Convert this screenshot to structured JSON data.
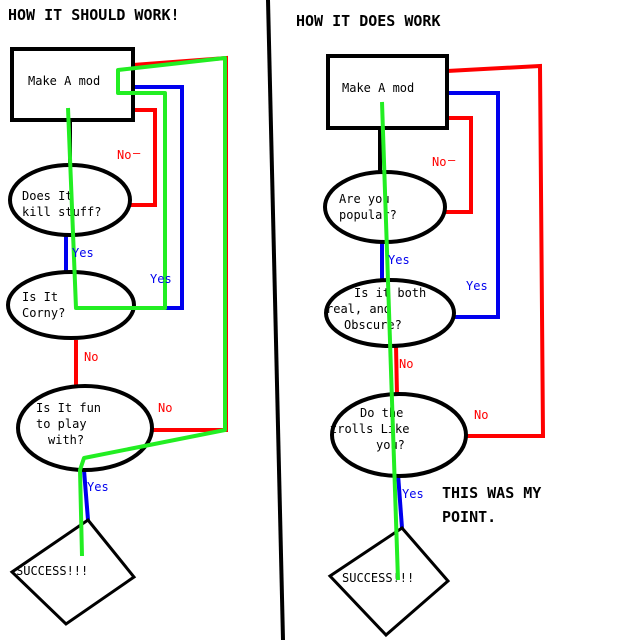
{
  "colors": {
    "red": "#ff0000",
    "blue": "#0000ee",
    "green": "#22ee22",
    "black": "#000000"
  },
  "left_panel": {
    "title": "HOW IT SHOULD WORK!",
    "start": "Make A mod",
    "q1": [
      "Does It",
      "kill stuff?"
    ],
    "q2": [
      "Is It",
      "Corny?"
    ],
    "q3": [
      "Is It fun",
      "to play",
      "with?"
    ],
    "end": "SUCCESS!!!",
    "labels": {
      "no1": "No",
      "no1_mark": "—",
      "yes1": "Yes",
      "yes_loop": "Yes",
      "no2": "No",
      "no3": "No",
      "yes3": "Yes"
    }
  },
  "right_panel": {
    "title": "HOW IT DOES WORK",
    "start": "Make A mod",
    "q1": [
      "Are you",
      "popular?"
    ],
    "q2": [
      "Is it both",
      "real, and",
      "Obscure?"
    ],
    "q3": [
      "Do the",
      "trolls Like",
      "you?"
    ],
    "end": "SUCCESS!!!",
    "labels": {
      "no1": "No",
      "no1_mark": "—",
      "yes1": "Yes",
      "yes_loop": "Yes",
      "no2": "No",
      "no3": "No",
      "yes3": "Yes"
    },
    "note": [
      "THIS WAS MY",
      "POINT."
    ]
  }
}
